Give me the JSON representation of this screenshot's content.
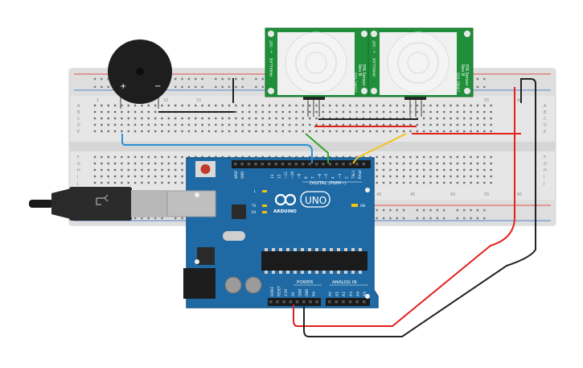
{
  "buzzer": {
    "plus": "+",
    "minus": "−"
  },
  "breadboard": {
    "col_labels_top": [
      "1",
      "10",
      "15",
      "55",
      "60"
    ],
    "col_labels_bottom": [
      "40",
      "45",
      "50",
      "55",
      "60"
    ],
    "rows_top_left": [
      "A",
      "B",
      "C",
      "D",
      "E"
    ],
    "rows_bottom_left": [
      "F",
      "G",
      "H",
      "I",
      "J"
    ],
    "rows_top_right": [
      "A",
      "B",
      "C",
      "D",
      "E"
    ],
    "rows_bottom_right": [
      "F",
      "G",
      "H",
      "I",
      "J"
    ]
  },
  "pir_sensors": [
    {
      "brand": "PARALLAX",
      "name": "PIR Sensor",
      "rev": "Rev B",
      "part": "555-28027",
      "pins": "+ - OUT"
    },
    {
      "brand": "PARALLAX",
      "name": "PIR Sensor",
      "rev": "Rev B",
      "part": "555-28027",
      "pins": "+ - OUT"
    }
  ],
  "arduino": {
    "digital_label": "DIGITAL (PWM~)",
    "brand": "ARDUINO",
    "model": "UNO",
    "power_label": "POWER",
    "analog_label": "ANALOG IN",
    "aref": "AREF",
    "gnd": "GND",
    "on_label": "ON",
    "tx_label": "TX",
    "rx_label": "RX",
    "l_label": "L",
    "digital_pins": [
      "13",
      "12",
      "~11",
      "~10",
      "~9",
      "8",
      "7",
      "~6",
      "~5",
      "4",
      "~3",
      "2",
      "TX▸1",
      "RX◂0"
    ],
    "power_pins": [
      "IOREF",
      "RESET",
      "3.3V",
      "5V",
      "GND",
      "GND",
      "Vin"
    ],
    "analog_pins": [
      "A0",
      "A1",
      "A2",
      "A3",
      "A4",
      "A5"
    ]
  },
  "colors": {
    "board": "#1f6aa5",
    "pir_board": "#1f8f3a",
    "wire_red": "#e3211c",
    "wire_black": "#222222",
    "wire_blue": "#2a8fd6",
    "wire_green": "#33a532",
    "wire_yellow": "#f2c318",
    "breadboard": "#e9e9e9"
  }
}
